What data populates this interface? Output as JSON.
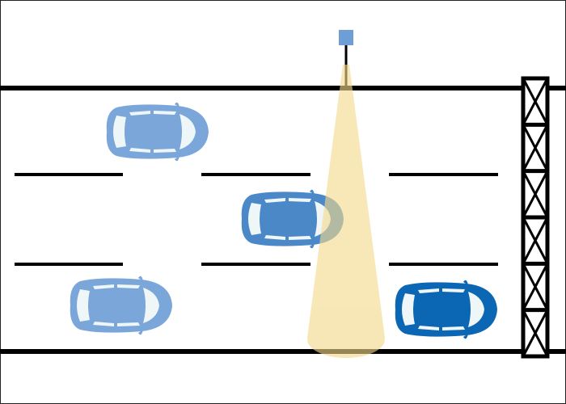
{
  "colors": {
    "road_line": "#000000",
    "sensor": "#6d9fd6",
    "beam": "#f3d98a",
    "car_light": "#7aa6da",
    "car_medium": "#4a88c8",
    "car_dark": "#0b66b4",
    "window": "#eef6f8"
  },
  "cars": [
    {
      "lane": 1,
      "shade": "car_light",
      "in_beam": false
    },
    {
      "lane": 2,
      "shade": "car_medium",
      "in_beam": true
    },
    {
      "lane": 3,
      "shade": "car_light",
      "in_beam": false
    },
    {
      "lane": 3,
      "shade": "car_dark",
      "in_beam": false
    }
  ],
  "gantry_segments": 6
}
